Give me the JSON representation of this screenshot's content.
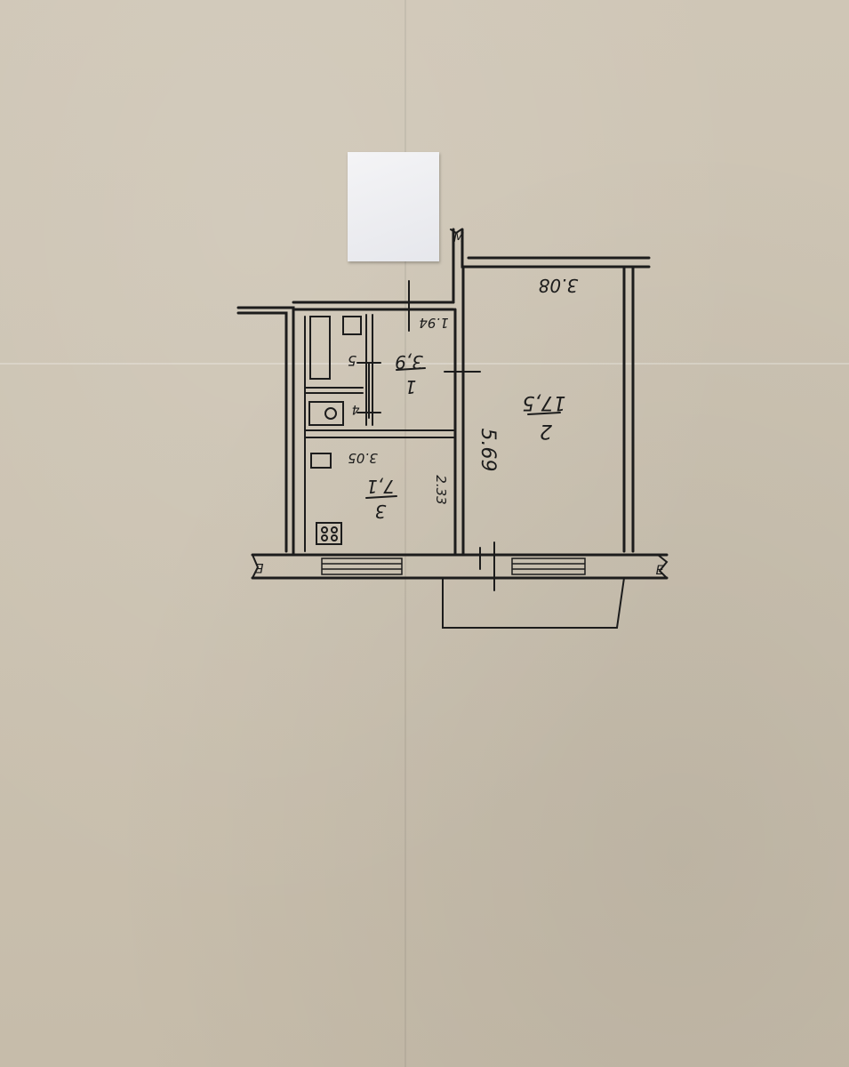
{
  "rooms": [
    {
      "number": "1",
      "area": "3,9"
    },
    {
      "number": "2",
      "area": "17,5"
    },
    {
      "number": "3",
      "area": "7,1"
    }
  ],
  "dimensions": {
    "top_right_width": "3.08",
    "room2_length": "5.69",
    "corridor_width": "1.94",
    "kitchen_width": "3.05",
    "kitchen_depth": "2.33"
  },
  "bathroom_labels": {
    "bath": "5",
    "toilet": "4"
  },
  "wall_marks": {
    "north_edge": "M",
    "east_edge": "E",
    "west_edge": "E"
  },
  "colors": {
    "paper": "#cbc2b2",
    "ink": "#1c1c1c",
    "sticker": "#eeeef1"
  }
}
